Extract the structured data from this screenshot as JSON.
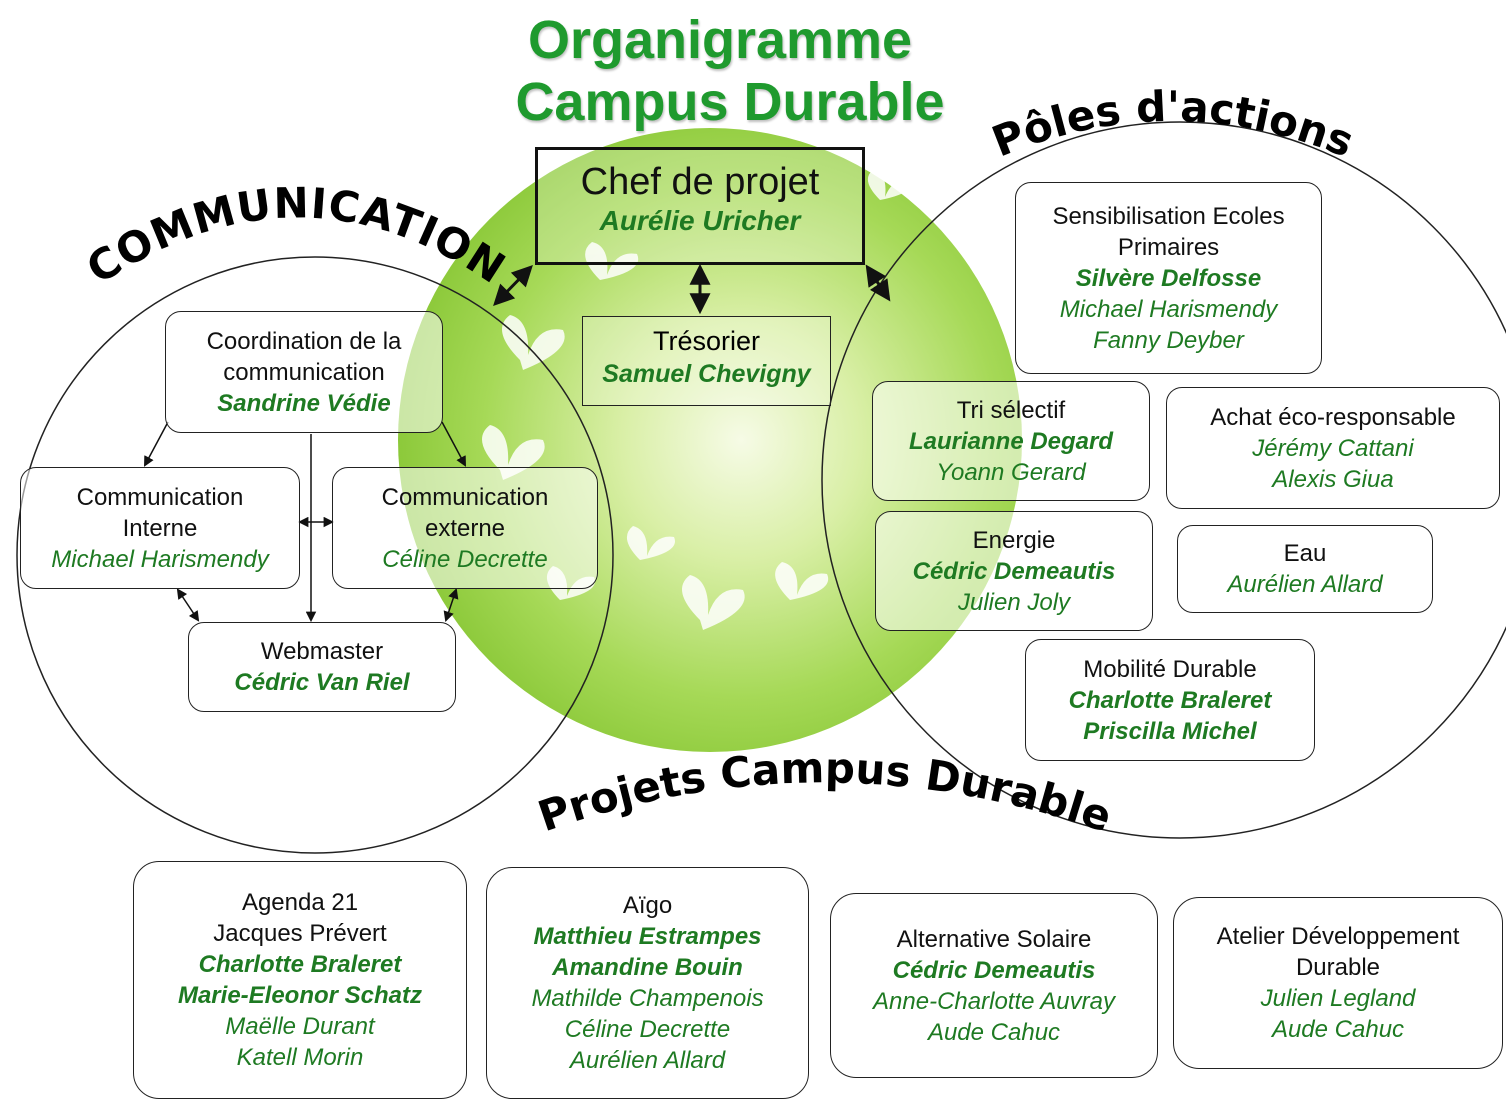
{
  "title": {
    "line1": "Organigramme",
    "line2": "Campus Durable"
  },
  "sections": {
    "communication": "COMMUNICATION",
    "poles": "Pôles d'actions",
    "projets": "Projets Campus Durable"
  },
  "chef": {
    "role": "Chef de projet",
    "name": "Aurélie Uricher"
  },
  "tresorier": {
    "role": "Trésorier",
    "name": "Samuel Chevigny"
  },
  "communication": {
    "coordination": {
      "lines": [
        "Coordination de la",
        "communication"
      ],
      "lead": "Sandrine Védie"
    },
    "interne": {
      "lines": [
        "Communication",
        "Interne"
      ],
      "member": "Michael Harismendy"
    },
    "externe": {
      "lines": [
        "Communication",
        "externe"
      ],
      "member": "Céline Decrette"
    },
    "webmaster": {
      "role": "Webmaster",
      "lead": "Cédric Van Riel"
    }
  },
  "poles": {
    "sensibilisation": {
      "lines": [
        "Sensibilisation Ecoles",
        "Primaires"
      ],
      "lead": "Silvère Delfosse",
      "members": [
        "Michael Harismendy",
        "Fanny Deyber"
      ]
    },
    "tri": {
      "role": "Tri sélectif",
      "lead": "Laurianne Degard",
      "members": [
        "Yoann Gerard"
      ]
    },
    "achat": {
      "role": "Achat éco-responsable",
      "members": [
        "Jérémy Cattani",
        "Alexis Giua"
      ]
    },
    "energie": {
      "role": "Energie",
      "lead": "Cédric Demeautis",
      "members": [
        "Julien Joly"
      ]
    },
    "eau": {
      "role": "Eau",
      "members": [
        "Aurélien Allard"
      ]
    },
    "mobilite": {
      "role": "Mobilité Durable",
      "leads": [
        "Charlotte Braleret",
        "Priscilla Michel"
      ]
    }
  },
  "projets": {
    "agenda": {
      "lines": [
        "Agenda 21",
        "Jacques Prévert"
      ],
      "leads": [
        "Charlotte Braleret",
        "Marie-Eleonor Schatz"
      ],
      "members": [
        "Maëlle Durant",
        "Katell Morin"
      ]
    },
    "aigo": {
      "role": "Aïgo",
      "leads": [
        "Matthieu Estrampes",
        "Amandine Bouin"
      ],
      "members": [
        "Mathilde Champenois",
        "Céline Decrette",
        "Aurélien Allard"
      ]
    },
    "solaire": {
      "role": "Alternative Solaire",
      "lead": "Cédric Demeautis",
      "members": [
        "Anne-Charlotte Auvray",
        "Aude Cahuc"
      ]
    },
    "atelier": {
      "lines": [
        "Atelier Développement",
        "Durable"
      ],
      "members": [
        "Julien Legland",
        "Aude Cahuc"
      ]
    }
  },
  "colors": {
    "title_green": "#1f9a2e",
    "name_green": "#1e7a22",
    "globe_green": "#8fcf3a"
  }
}
